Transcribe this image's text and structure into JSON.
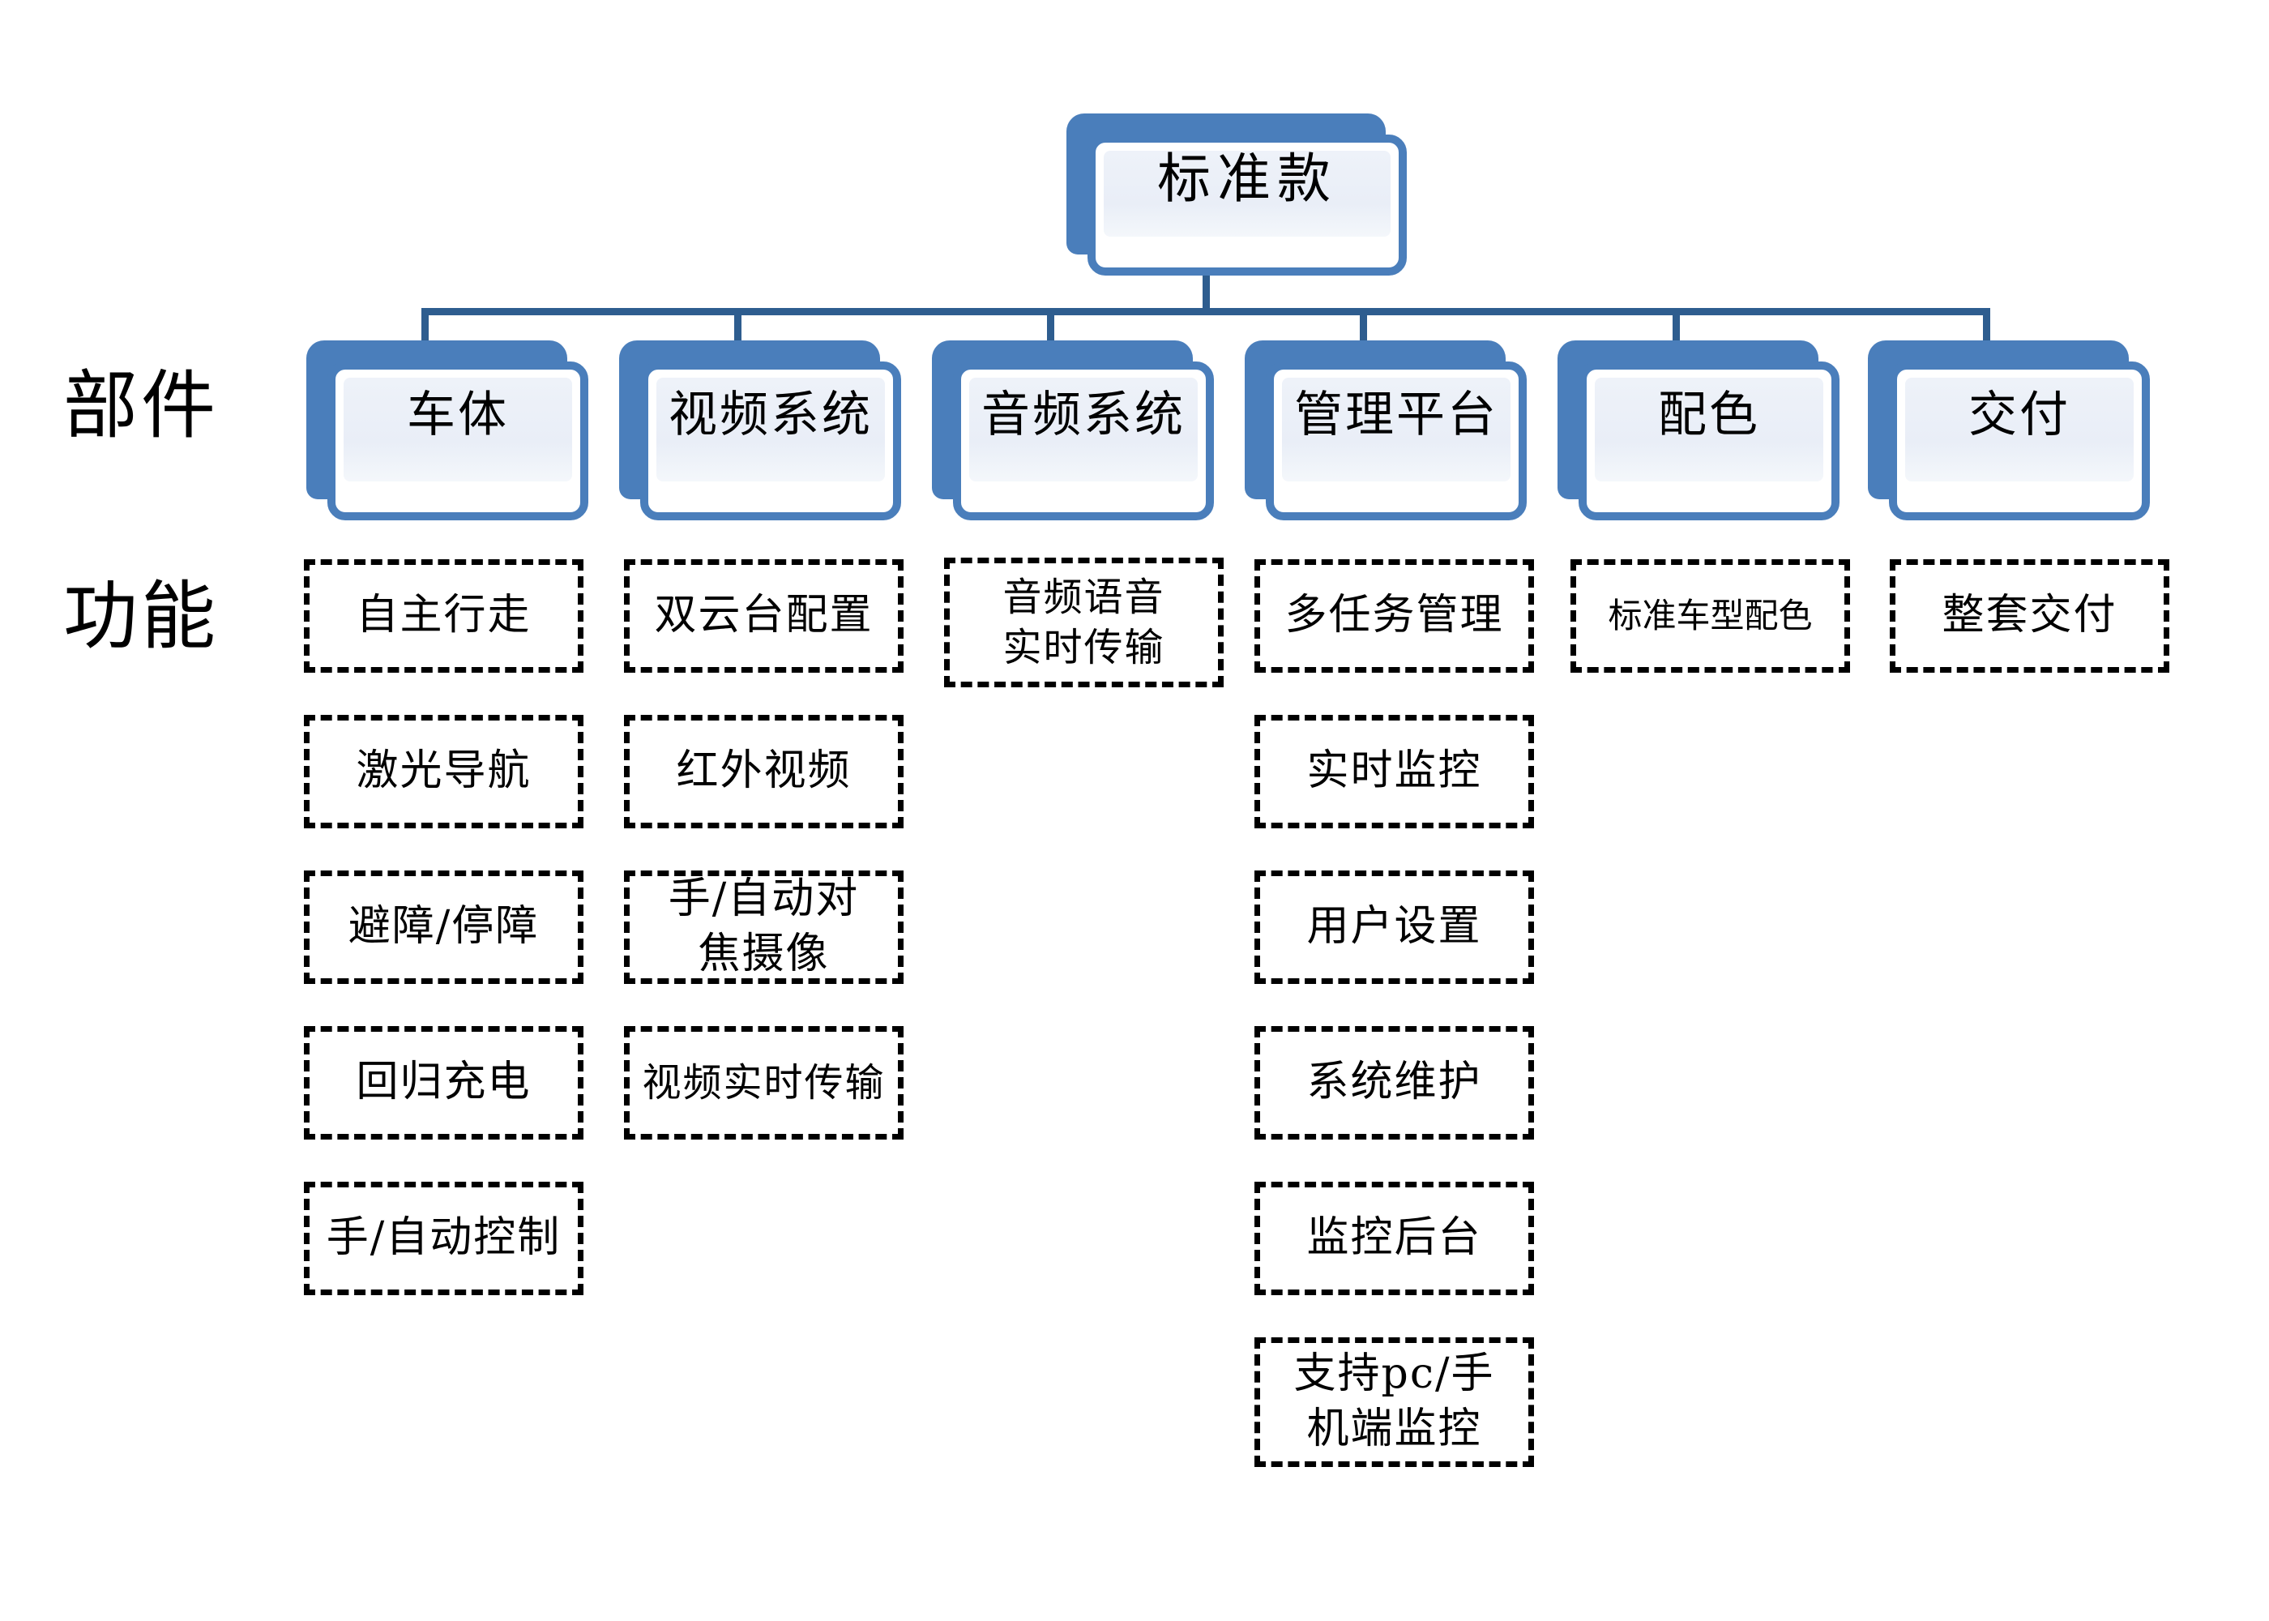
{
  "diagram": {
    "title_node": "标准款",
    "row_labels": {
      "components": "部件",
      "functions": "功能"
    },
    "colors": {
      "node_blue": "#4a7ebb",
      "connector_blue": "#2e5d8f",
      "node_inner_fill": "#eef2f9",
      "dashed_border": "#000000",
      "background": "#ffffff",
      "text": "#000000"
    },
    "components": [
      {
        "label": "车体"
      },
      {
        "label": "视频系统"
      },
      {
        "label": "音频系统"
      },
      {
        "label": "管理平台"
      },
      {
        "label": "配色"
      },
      {
        "label": "交付"
      }
    ],
    "functions": [
      {
        "component": "车体",
        "items": [
          {
            "text": "自主行走",
            "lines": [
              "自主行走"
            ]
          },
          {
            "text": "激光导航",
            "lines": [
              "激光导航"
            ]
          },
          {
            "text": "避障/停障",
            "lines": [
              "避障/停障"
            ]
          },
          {
            "text": "回归充电",
            "lines": [
              "回归充电"
            ]
          },
          {
            "text": "手/自动控制",
            "lines": [
              "手/自动控制"
            ]
          }
        ]
      },
      {
        "component": "视频系统",
        "items": [
          {
            "text": "双云台配置",
            "lines": [
              "双云台配置"
            ]
          },
          {
            "text": "红外视频",
            "lines": [
              "红外视频"
            ]
          },
          {
            "text": "手/自动对焦摄像",
            "lines": [
              "手/自动对",
              "焦摄像"
            ]
          },
          {
            "text": "视频实时传输",
            "lines": [
              "视频实时传输"
            ]
          }
        ]
      },
      {
        "component": "音频系统",
        "items": [
          {
            "text": "音频语音实时传输",
            "lines": [
              "音频语音",
              "实时传输"
            ]
          }
        ]
      },
      {
        "component": "管理平台",
        "items": [
          {
            "text": "多任务管理",
            "lines": [
              "多任务管理"
            ]
          },
          {
            "text": "实时监控",
            "lines": [
              "实时监控"
            ]
          },
          {
            "text": "用户设置",
            "lines": [
              "用户设置"
            ]
          },
          {
            "text": "系统维护",
            "lines": [
              "系统维护"
            ]
          },
          {
            "text": "监控后台",
            "lines": [
              "监控后台"
            ]
          },
          {
            "text": "支持pc/手机端监控",
            "lines": [
              "支持pc/手",
              "机端监控"
            ]
          }
        ]
      },
      {
        "component": "配色",
        "items": [
          {
            "text": "标准车型配色",
            "lines": [
              "标准车型配色"
            ]
          }
        ]
      },
      {
        "component": "交付",
        "items": [
          {
            "text": "整套交付",
            "lines": [
              "整套交付"
            ]
          }
        ]
      }
    ]
  }
}
